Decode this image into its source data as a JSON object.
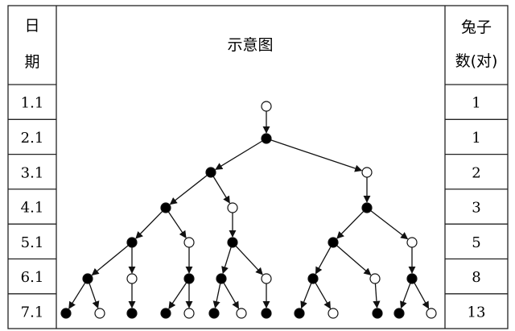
{
  "header": {
    "date_line1": "日",
    "date_line2": "期",
    "diagram_title": "示意图",
    "count_line1": "兔子",
    "count_line2": "数(对)"
  },
  "rows": [
    {
      "date": "1.1",
      "count": "1"
    },
    {
      "date": "2.1",
      "count": "1"
    },
    {
      "date": "3.1",
      "count": "2"
    },
    {
      "date": "4.1",
      "count": "3"
    },
    {
      "date": "5.1",
      "count": "5"
    },
    {
      "date": "6.1",
      "count": "8"
    },
    {
      "date": "7.1",
      "count": "13"
    }
  ],
  "tree": {
    "legend_note": "",
    "node_colors": {
      "filled": "#000000",
      "open": "#ffffff"
    },
    "nodes": [
      {
        "id": "a",
        "gen": 0,
        "type": "open"
      },
      {
        "id": "b",
        "gen": 1,
        "type": "filled",
        "parent": "a"
      },
      {
        "id": "c",
        "gen": 2,
        "type": "filled",
        "parent": "b"
      },
      {
        "id": "d",
        "gen": 2,
        "type": "open",
        "parent": "b"
      },
      {
        "id": "e",
        "gen": 3,
        "type": "filled",
        "parent": "c"
      },
      {
        "id": "f",
        "gen": 3,
        "type": "open",
        "parent": "c"
      },
      {
        "id": "g",
        "gen": 3,
        "type": "filled",
        "parent": "d"
      },
      {
        "id": "h",
        "gen": 4,
        "type": "filled",
        "parent": "e"
      },
      {
        "id": "i",
        "gen": 4,
        "type": "open",
        "parent": "e"
      },
      {
        "id": "j",
        "gen": 4,
        "type": "filled",
        "parent": "f"
      },
      {
        "id": "k",
        "gen": 4,
        "type": "filled",
        "parent": "g"
      },
      {
        "id": "l",
        "gen": 4,
        "type": "open",
        "parent": "g"
      },
      {
        "id": "m",
        "gen": 5,
        "type": "filled",
        "parent": "h"
      },
      {
        "id": "n",
        "gen": 5,
        "type": "open",
        "parent": "h"
      },
      {
        "id": "o",
        "gen": 5,
        "type": "filled",
        "parent": "i"
      },
      {
        "id": "p",
        "gen": 5,
        "type": "filled",
        "parent": "j"
      },
      {
        "id": "q",
        "gen": 5,
        "type": "open",
        "parent": "j"
      },
      {
        "id": "r",
        "gen": 5,
        "type": "filled",
        "parent": "k"
      },
      {
        "id": "s",
        "gen": 5,
        "type": "open",
        "parent": "k"
      },
      {
        "id": "t",
        "gen": 5,
        "type": "filled",
        "parent": "l"
      },
      {
        "id": "u",
        "gen": 6,
        "type": "filled",
        "parent": "m"
      },
      {
        "id": "v",
        "gen": 6,
        "type": "open",
        "parent": "m"
      },
      {
        "id": "w",
        "gen": 6,
        "type": "filled",
        "parent": "n"
      },
      {
        "id": "x",
        "gen": 6,
        "type": "filled",
        "parent": "o"
      },
      {
        "id": "y",
        "gen": 6,
        "type": "open",
        "parent": "o"
      },
      {
        "id": "z",
        "gen": 6,
        "type": "filled",
        "parent": "p"
      },
      {
        "id": "aa",
        "gen": 6,
        "type": "open",
        "parent": "p"
      },
      {
        "id": "ab",
        "gen": 6,
        "type": "filled",
        "parent": "q"
      },
      {
        "id": "ac",
        "gen": 6,
        "type": "filled",
        "parent": "r"
      },
      {
        "id": "ad",
        "gen": 6,
        "type": "open",
        "parent": "r"
      },
      {
        "id": "ae",
        "gen": 6,
        "type": "filled",
        "parent": "s"
      },
      {
        "id": "af",
        "gen": 6,
        "type": "filled",
        "parent": "t"
      },
      {
        "id": "ag",
        "gen": 6,
        "type": "open",
        "parent": "t"
      }
    ]
  }
}
